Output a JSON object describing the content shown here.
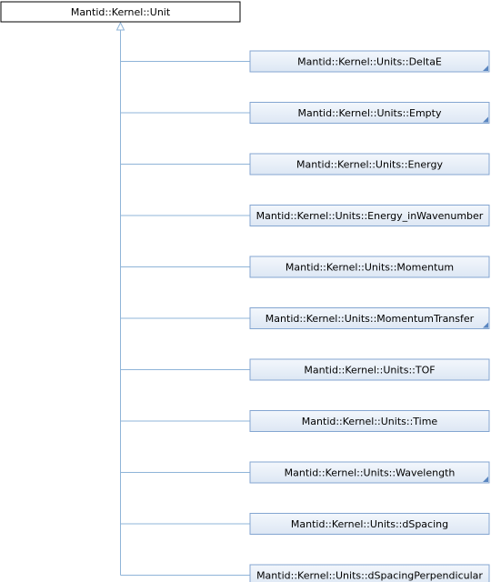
{
  "base_class": {
    "label": "Mantid::Kernel::Unit"
  },
  "derived_classes": [
    {
      "label": "Mantid::Kernel::Units::DeltaE",
      "has_children": true
    },
    {
      "label": "Mantid::Kernel::Units::Empty",
      "has_children": true
    },
    {
      "label": "Mantid::Kernel::Units::Energy",
      "has_children": false
    },
    {
      "label": "Mantid::Kernel::Units::Energy_inWavenumber",
      "has_children": false
    },
    {
      "label": "Mantid::Kernel::Units::Momentum",
      "has_children": false
    },
    {
      "label": "Mantid::Kernel::Units::MomentumTransfer",
      "has_children": true
    },
    {
      "label": "Mantid::Kernel::Units::TOF",
      "has_children": false
    },
    {
      "label": "Mantid::Kernel::Units::Time",
      "has_children": false
    },
    {
      "label": "Mantid::Kernel::Units::Wavelength",
      "has_children": true
    },
    {
      "label": "Mantid::Kernel::Units::dSpacing",
      "has_children": false
    },
    {
      "label": "Mantid::Kernel::Units::dSpacingPerpendicular",
      "has_children": false
    }
  ],
  "colors": {
    "edge": "#8fb4d8",
    "base_fill": "#ffffff",
    "base_border": "#000000",
    "node_fill_top": "#f3f7fc",
    "node_fill_bottom": "#dde7f4",
    "node_border": "#84a6d1",
    "expand_marker": "#5a86c0"
  }
}
